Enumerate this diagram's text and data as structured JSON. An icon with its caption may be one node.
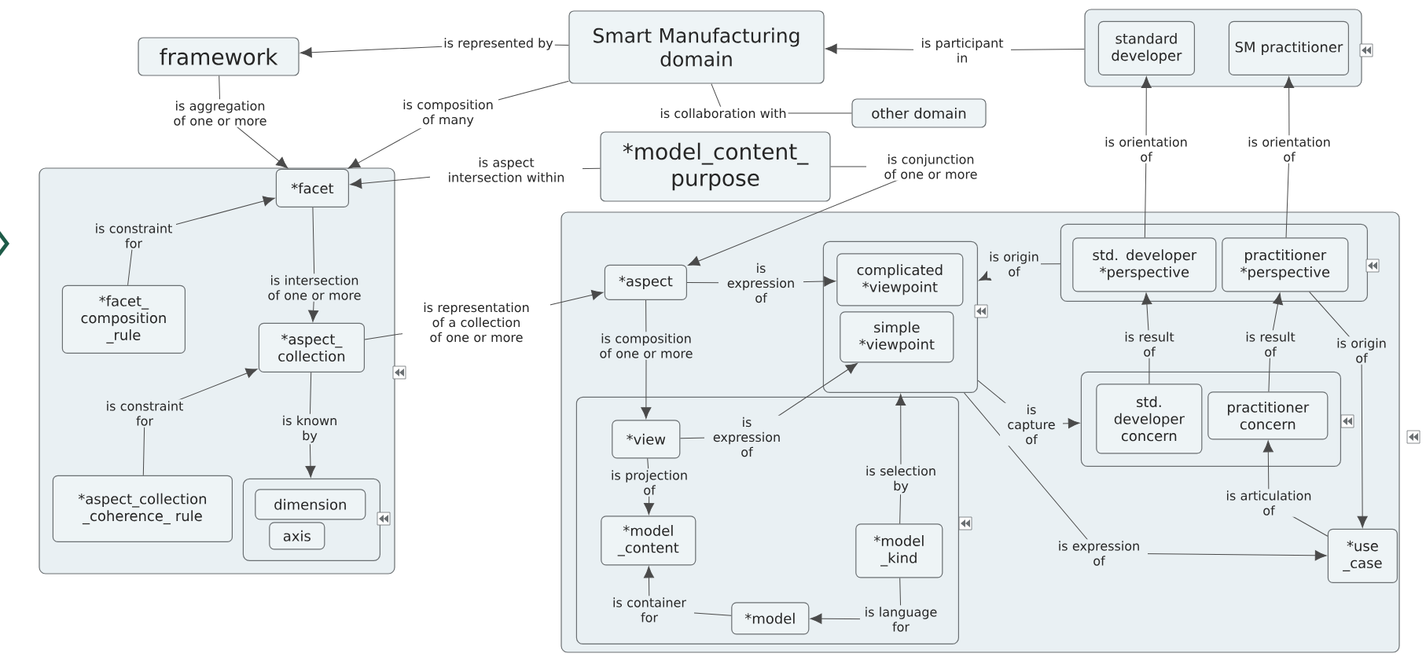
{
  "diagram": {
    "nodes": [
      {
        "text": [
          "framework"
        ]
      },
      {
        "text": [
          "Smart Manufacturing domain"
        ]
      },
      {
        "text": [],
        "shape": "box"
      },
      {
        "text": [
          "standard developer"
        ],
        "in": 2
      },
      {
        "text": [
          "SM practitioner"
        ],
        "in": 2
      },
      {
        "text": [
          "other domain"
        ]
      },
      {
        "text": [
          "*model_content_ purpose"
        ]
      },
      {
        "text": [],
        "shape": "box"
      },
      {
        "text": [
          "*facet"
        ],
        "in": 7
      },
      {
        "text": [
          "*facet_ composition _rule"
        ],
        "in": 7
      },
      {
        "text": [
          "*aspect_ collection"
        ],
        "in": 7
      },
      {
        "text": [
          "*aspect_collection _coherence_ rule"
        ],
        "in": 7
      },
      {
        "text": [],
        "shape": "box",
        "in": 7
      },
      {
        "text": [
          "dimension"
        ],
        "in": 12
      },
      {
        "text": [
          "axis"
        ],
        "in": 12
      },
      {
        "text": [],
        "shape": "box"
      },
      {
        "text": [
          "*aspect"
        ],
        "in": 15
      },
      {
        "text": [],
        "shape": "box",
        "in": 15
      },
      {
        "text": [
          "complicated *viewpoint"
        ],
        "in": 17
      },
      {
        "text": [
          "simple *viewpoint"
        ],
        "in": 17
      },
      {
        "text": [],
        "shape": "box",
        "in": 15
      },
      {
        "text": [
          "std. developer *perspective"
        ],
        "in": 20
      },
      {
        "text": [
          "practitioner *perspective"
        ],
        "in": 20
      },
      {
        "text": [],
        "shape": "box",
        "in": 15
      },
      {
        "text": [
          "std. developer concern"
        ],
        "in": 23
      },
      {
        "text": [
          "practitioner concern"
        ],
        "in": 23
      },
      {
        "text": [],
        "shape": "box",
        "in": 15
      },
      {
        "text": [
          "*view"
        ],
        "in": 26
      },
      {
        "text": [
          "*model _content"
        ],
        "in": 26
      },
      {
        "text": [
          "*model _kind"
        ],
        "in": 26
      },
      {
        "text": [
          "*model"
        ],
        "in": 26
      },
      {
        "text": [
          "*use _case"
        ],
        "in": 15
      }
    ],
    "edges": [
      {
        "from": 1,
        "to": 0,
        "arrow": "to",
        "label": "is represented by"
      },
      {
        "from": 1,
        "to": 8,
        "arrow": "to",
        "label": "is composition of many"
      },
      {
        "from": 0,
        "to": 8,
        "arrow": "to",
        "label": "is aggregation of one or more"
      },
      {
        "from": 2,
        "to": 1,
        "arrow": "to",
        "label": "is participant in"
      },
      {
        "from": 1,
        "to": 5,
        "arrow": "none",
        "label": "is collaboration with"
      },
      {
        "from": 6,
        "to": 8,
        "arrow": "to",
        "label": "is aspect intersection within"
      },
      {
        "from": 6,
        "to": 16,
        "arrow": "to",
        "label": "is conjunction of one or more"
      },
      {
        "from": 9,
        "to": 8,
        "arrow": "to",
        "label": "is constraint for"
      },
      {
        "from": 8,
        "to": 10,
        "arrow": "to",
        "label": "is intersection of one or more"
      },
      {
        "from": 11,
        "to": 10,
        "arrow": "to",
        "label": "is constraint for"
      },
      {
        "from": 10,
        "to": 12,
        "arrow": "to",
        "label": "is known by"
      },
      {
        "from": 10,
        "to": 16,
        "arrow": "to",
        "label": "is representation of a collection of one or more"
      },
      {
        "from": 16,
        "to": 18,
        "arrow": "to",
        "label": "is expression of"
      },
      {
        "from": 16,
        "to": 27,
        "arrow": "to",
        "label": "is composition of one or more"
      },
      {
        "from": 27,
        "to": 19,
        "arrow": "to",
        "label": "is expression of"
      },
      {
        "from": 27,
        "to": 28,
        "arrow": "to",
        "label": "is projection of"
      },
      {
        "from": 30,
        "to": 28,
        "arrow": "to",
        "label": "is container for"
      },
      {
        "from": 29,
        "to": 30,
        "arrow": "to",
        "label": "is language for"
      },
      {
        "from": 29,
        "to": 17,
        "arrow": "to",
        "label": "is selection by"
      },
      {
        "from": 21,
        "to": 3,
        "arrow": "to",
        "label": "is orientation of"
      },
      {
        "from": 22,
        "to": 4,
        "arrow": "to",
        "label": "is orientation of"
      },
      {
        "from": 20,
        "to": 17,
        "arrow": "to",
        "label": "is origin of"
      },
      {
        "from": 24,
        "to": 21,
        "arrow": "to",
        "label": "is result of"
      },
      {
        "from": 25,
        "to": 22,
        "arrow": "to",
        "label": "is result of"
      },
      {
        "from": 22,
        "to": 31,
        "arrow": "to",
        "label": "is origin of"
      },
      {
        "from": 17,
        "to": 23,
        "arrow": "to",
        "label": "is capture of"
      },
      {
        "from": 17,
        "to": 31,
        "arrow": "to",
        "label": "is expression of"
      },
      {
        "from": 31,
        "to": 25,
        "arrow": "to",
        "label": "is articulation of"
      }
    ]
  }
}
